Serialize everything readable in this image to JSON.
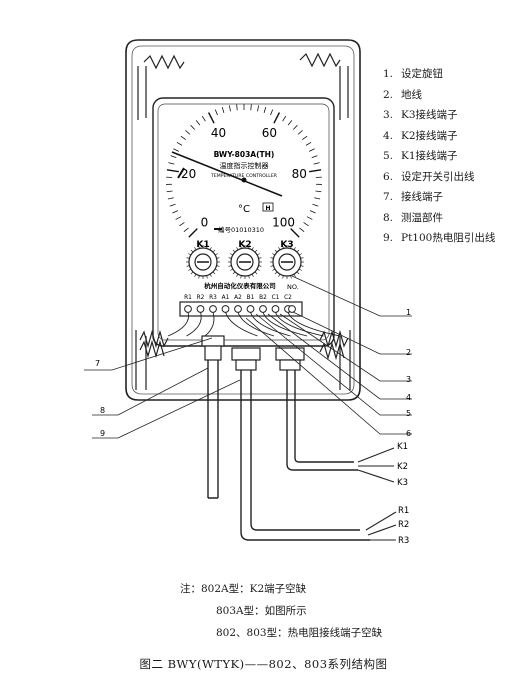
{
  "legend": [
    {
      "num": "1.",
      "label": "设定旋钮"
    },
    {
      "num": "2.",
      "label": "地线"
    },
    {
      "num": "3.",
      "label": "K3接线端子"
    },
    {
      "num": "4.",
      "label": "K2接线端子"
    },
    {
      "num": "5.",
      "label": "K1接线端子"
    },
    {
      "num": "6.",
      "label": "设定开关引出线"
    },
    {
      "num": "7.",
      "label": "接线端子"
    },
    {
      "num": "8.",
      "label": "测温部件"
    },
    {
      "num": "9.",
      "label": "Pt100热电阻引出线"
    }
  ],
  "dial": {
    "ticks": [
      "0",
      "20",
      "40",
      "60",
      "80",
      "100"
    ],
    "model": "BWY-803A(TH)",
    "name_cn": "温度指示控制器",
    "name_en": "TEMPERATURE CONTROLLER",
    "unit": "°C",
    "serial": "编号01010310",
    "logo": "H"
  },
  "knobs": [
    "K1",
    "K2",
    "K3"
  ],
  "maker": "杭州自动化仪表有限公司",
  "terminals": [
    "R1",
    "R2",
    "R3",
    "A1",
    "A2",
    "B1",
    "B2",
    "C1",
    "C2"
  ],
  "no_label": "NO.",
  "callouts": [
    "1",
    "2",
    "3",
    "4",
    "5",
    "6",
    "7",
    "8",
    "9"
  ],
  "wires_k": [
    "K1",
    "K2",
    "K3"
  ],
  "wires_r": [
    "R1",
    "R2",
    "R3"
  ],
  "notes": {
    "line1": "注：802A型：K2端子空缺",
    "line2": "803A型：如图所示",
    "line3": "802、803型：热电阻接线端子空缺"
  },
  "caption": "图二 BWY(WTYK)——802、803系列结构图"
}
